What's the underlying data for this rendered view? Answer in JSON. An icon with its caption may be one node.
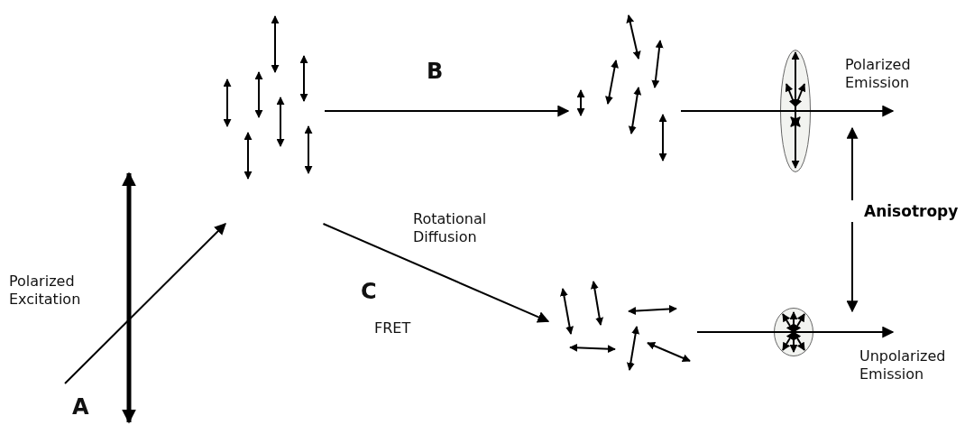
{
  "diagram": {
    "nodes": [
      {
        "text": [],
        "shape": "picture"
      },
      {
        "text": [],
        "shape": "picture"
      },
      {
        "text": [],
        "shape": "picture"
      },
      {
        "text": [],
        "shape": "picture"
      },
      {
        "text": [],
        "shape": "picture"
      },
      {
        "text": [
          "Anisotropy"
        ]
      }
    ],
    "edges": [
      {
        "from": null,
        "to": 0,
        "arrow": "to"
      },
      {
        "from": 0,
        "to": 1,
        "arrow": "to"
      },
      {
        "from": 0,
        "to": 2,
        "arrow": "to",
        "label": "Rotational Diffusion"
      },
      {
        "from": 1,
        "to": 3,
        "arrow": "none"
      },
      {
        "from": 3,
        "to": null,
        "arrow": "to"
      },
      {
        "from": 2,
        "to": 4,
        "arrow": "none"
      },
      {
        "from": 4,
        "to": null,
        "arrow": "to"
      },
      {
        "from": 5,
        "to": null,
        "arrow": "to"
      },
      {
        "from": 5,
        "to": null,
        "arrow": "to"
      }
    ],
    "labels": [
      "B",
      "Polarized Emission",
      "Polarized Excitation",
      "C",
      "FRET",
      "A",
      "Unpolarized Emission"
    ]
  }
}
